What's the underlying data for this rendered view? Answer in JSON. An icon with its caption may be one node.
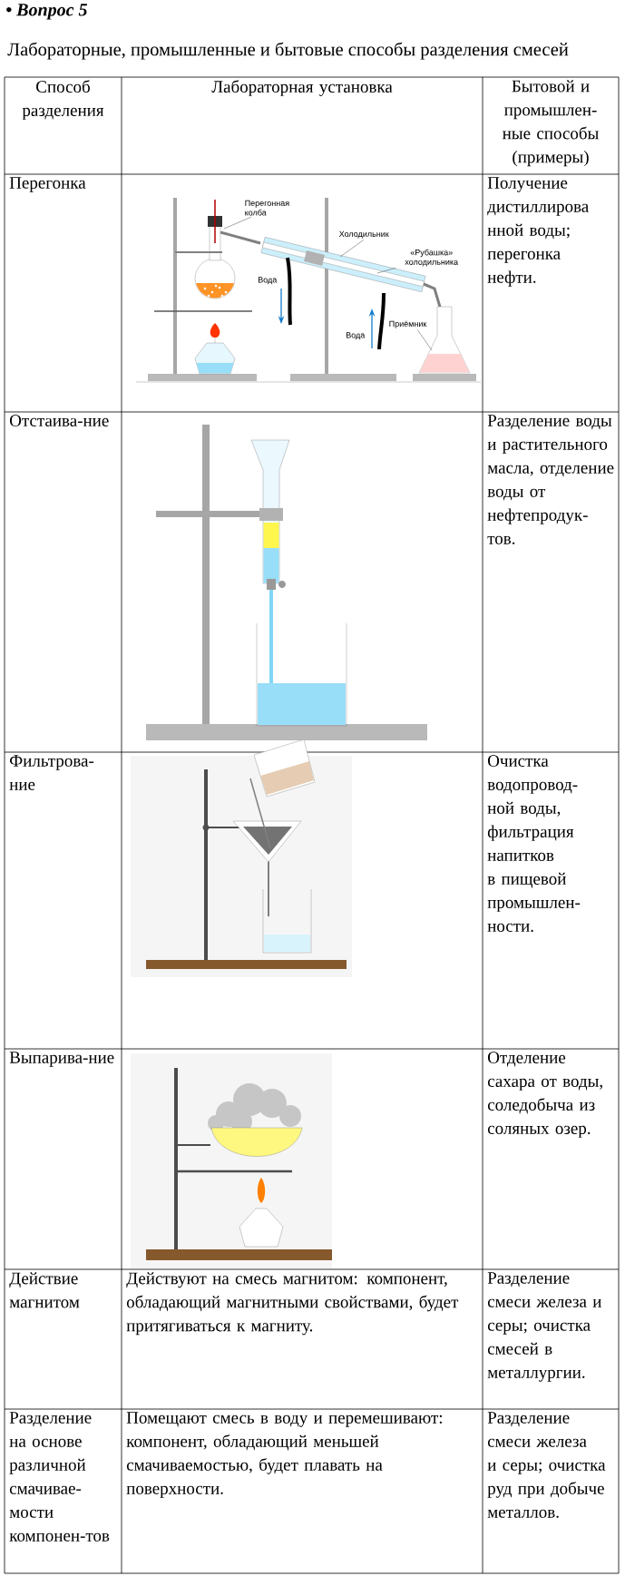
{
  "diagram": {
    "title": "• Вопрос 5",
    "nodes": [
      {
        "text": [
          "Перегонная колба"
        ]
      },
      {
        "text": [
          "Холодильник"
        ]
      },
      {
        "text": [
          "«Рубашка» холодильника"
        ]
      },
      {
        "text": [
          "Приёмник"
        ]
      }
    ],
    "edges": [
      {
        "from": 0,
        "to": null,
        "arrow": "none"
      },
      {
        "from": 1,
        "to": null,
        "arrow": "none"
      },
      {
        "from": 2,
        "to": null,
        "arrow": "none"
      },
      {
        "from": 3,
        "to": null,
        "arrow": "none"
      }
    ],
    "labels": [
      "Лабораторные, промышленные и бытовые способы разделения смесей",
      "Способ разделения",
      "Лабораторная установка",
      "Бытовой и промышлен-ные способы (примеры)",
      "Перегонка",
      "Вода",
      "Вода",
      "Получение дистиллирова нной воды; перегонка нефти.",
      "Отстаива-ние",
      "Разделение воды и растительного масла, отделение воды от нефтепродук-тов.",
      "Фильтрова-ние",
      "Очистка водопровод-ной воды, фильтрация напитков в пищевой промышлен-ности.",
      "Выпарива-ние",
      "Отделение сахара от воды, соледобыча из соляных озер.",
      "Действие магнитом",
      "Действуют на смесь магнитом: компонент, обладающий магнитными свойствами, будет притягиваться к магниту.",
      "Разделение смеси железа и серы; очистка смесей в металлургии.",
      "Разделение на основе различной смачивае-мости компонен-тов",
      "Помещают смесь в воду и перемешивают: компонент, обладающий меньшей смачиваемостью, будет плавать на поверхности.",
      "Разделение смеси железа и серы; очистка руд при добыче металлов."
    ]
  }
}
